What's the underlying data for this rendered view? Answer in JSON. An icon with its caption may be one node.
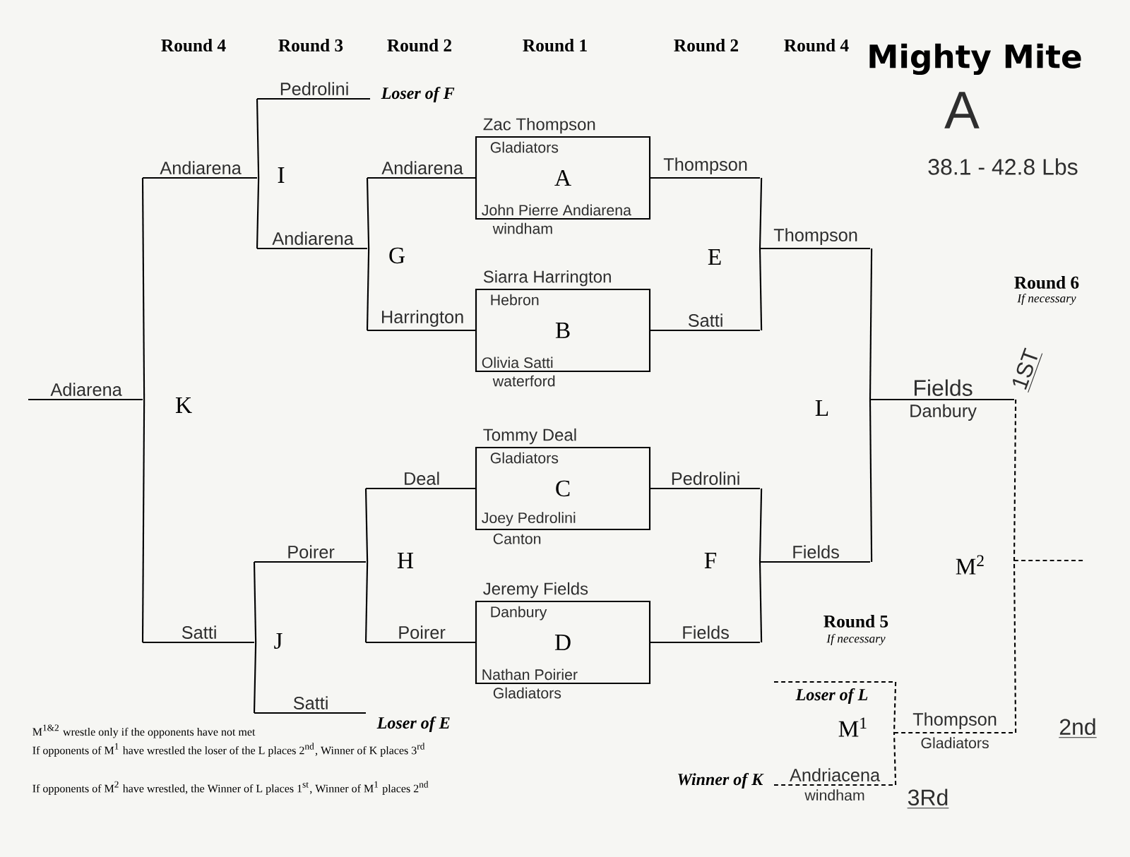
{
  "diagram": {
    "nodes": [
      {
        "text": [
          "Pedrolini"
        ],
        "beside": [
          "Loser of F"
        ]
      },
      {
        "text": [
          "Andiarena"
        ]
      },
      {
        "text": [
          "Andiarena"
        ]
      },
      {
        "text": [
          "Zac Thompson",
          "Gladiators",
          "A",
          "John Pierre Andiarena",
          "windham"
        ]
      },
      {
        "text": [
          "Thompson"
        ]
      },
      {
        "text": [
          "Andiarena"
        ]
      },
      {
        "text": [
          "Thompson"
        ]
      },
      {
        "text": [
          "Harrington"
        ]
      },
      {
        "text": [
          "Siarra Harrington",
          "Hebron",
          "B",
          "Olivia Satti",
          "waterford"
        ]
      },
      {
        "text": [
          "Satti"
        ]
      },
      {
        "text": [
          "Adiarena"
        ]
      },
      {
        "text": [
          "Fields",
          "Danbury"
        ],
        "beside": [
          "1ST"
        ]
      },
      {
        "text": [
          "Tommy Deal",
          "Gladiators",
          "C",
          "Joey Pedrolini",
          "Canton"
        ]
      },
      {
        "text": [
          "Deal"
        ]
      },
      {
        "text": [
          "Pedrolini"
        ]
      },
      {
        "text": [
          "Poirer"
        ]
      },
      {
        "text": [
          "Fields"
        ]
      },
      {
        "text": [],
        "shape": "line"
      },
      {
        "text": [
          "Satti"
        ]
      },
      {
        "text": [
          "Poirer"
        ]
      },
      {
        "text": [
          "Jeremy Fields",
          "Danbury",
          "D",
          "Nathan Poirier",
          "Gladiators"
        ]
      },
      {
        "text": [
          "Fields"
        ]
      },
      {
        "text": [],
        "shape": "line",
        "beside": [
          "Loser of L"
        ]
      },
      {
        "text": [
          "Satti"
        ],
        "beside": [
          "Loser of E"
        ]
      },
      {
        "text": [
          "Thompson",
          "Gladiators"
        ],
        "beside": [
          "2nd"
        ]
      },
      {
        "text": [
          "Andriacena",
          "windham"
        ],
        "beside": [
          "Winner of K",
          "3Rd"
        ]
      }
    ],
    "edges": [
      {
        "from": 0,
        "to": 1,
        "arrow": "none"
      },
      {
        "from": 5,
        "to": 1,
        "arrow": "none"
      },
      {
        "from": 2,
        "to": 5,
        "arrow": "none"
      },
      {
        "from": 7,
        "to": 5,
        "arrow": "none"
      },
      {
        "from": 1,
        "to": 10,
        "arrow": "none"
      },
      {
        "from": 18,
        "to": 10,
        "arrow": "none"
      },
      {
        "from": 4,
        "to": 6,
        "arrow": "none"
      },
      {
        "from": 9,
        "to": 6,
        "arrow": "none"
      },
      {
        "from": 6,
        "to": 11,
        "arrow": "none"
      },
      {
        "from": 16,
        "to": 11,
        "arrow": "none"
      },
      {
        "from": 13,
        "to": 15,
        "arrow": "none"
      },
      {
        "from": 19,
        "to": 15,
        "arrow": "none"
      },
      {
        "from": 15,
        "to": 18,
        "arrow": "none"
      },
      {
        "from": 23,
        "to": 18,
        "arrow": "none"
      },
      {
        "from": 14,
        "to": 16,
        "arrow": "none"
      },
      {
        "from": 21,
        "to": 16,
        "arrow": "none"
      },
      {
        "from": 11,
        "to": 17,
        "arrow": "none",
        "style": "dashed"
      },
      {
        "from": 24,
        "to": 17,
        "arrow": "none",
        "style": "dashed"
      },
      {
        "from": 22,
        "to": 24,
        "arrow": "none",
        "style": "dashed"
      },
      {
        "from": 25,
        "to": 24,
        "arrow": "none",
        "style": "dashed"
      }
    ],
    "labels": [
      "Round 4",
      "Round 3",
      "Round 2",
      "Round 1",
      "Round 2",
      "Round 4",
      "Mighty Mite",
      "A",
      "38.1 - 42.8 Lbs",
      "I",
      "G",
      "E",
      "Round 6",
      "If necessary",
      "K",
      "L",
      "H",
      "F",
      "M$^{2}$",
      "Round 5",
      "J",
      "If necessary",
      "M$^{1&2}$ wrestle only if the opponents have not met",
      "M$^{1}$",
      "If opponents of M$^{1}$ have wrestled the loser of the L places 2$^{nd}$, Winner of K places 3$^{rd}$",
      "If opponents of M$^{2}$ have wrestled, the Winner of L places 1$^{st}$, Winner of M$^{1}$ places 2$^{nd}$"
    ]
  }
}
